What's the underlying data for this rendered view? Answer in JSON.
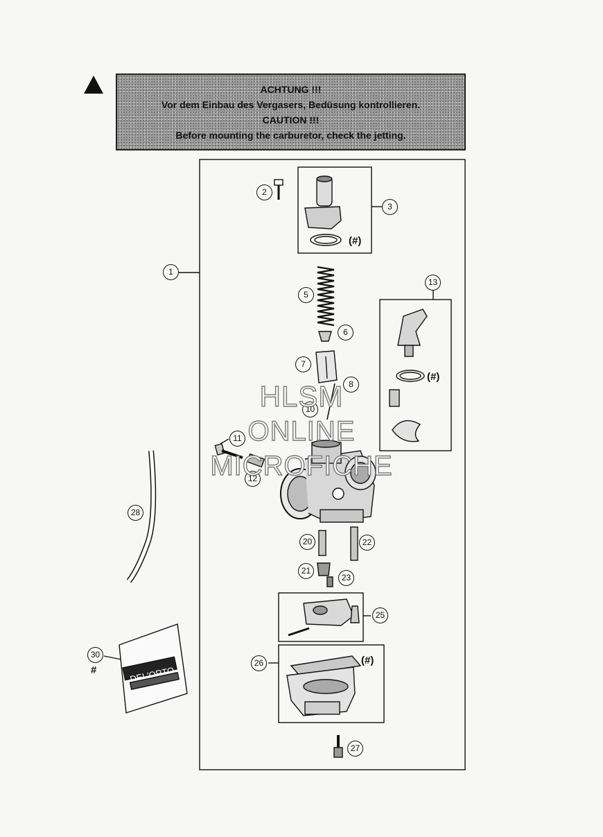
{
  "warning": {
    "line1": "ACHTUNG !!!",
    "line2": "Vor dem Einbau des Vergasers, Bedüsung kontrollieren.",
    "line3": "CAUTION !!!",
    "line4": "Before mounting the carburetor, check the jetting."
  },
  "callouts": {
    "c1": "1",
    "c2": "2",
    "c3": "3",
    "c5": "5",
    "c6": "6",
    "c7": "7",
    "c8": "8",
    "c10": "10",
    "c11": "11",
    "c12": "12",
    "c13": "13",
    "c20": "20",
    "c21": "21",
    "c22": "22",
    "c23": "23",
    "c25": "25",
    "c26": "26",
    "c27": "27",
    "c28": "28",
    "c30": "30"
  },
  "labels": {
    "oring_top": "(#)",
    "oring_right": "(#)",
    "gasket": "(#)",
    "hash30": "#",
    "packet_brand": "DEL'ORTO"
  },
  "watermark": {
    "line1": "HLSM",
    "line2": "ONLINE",
    "line3": "MICROFICHE"
  }
}
